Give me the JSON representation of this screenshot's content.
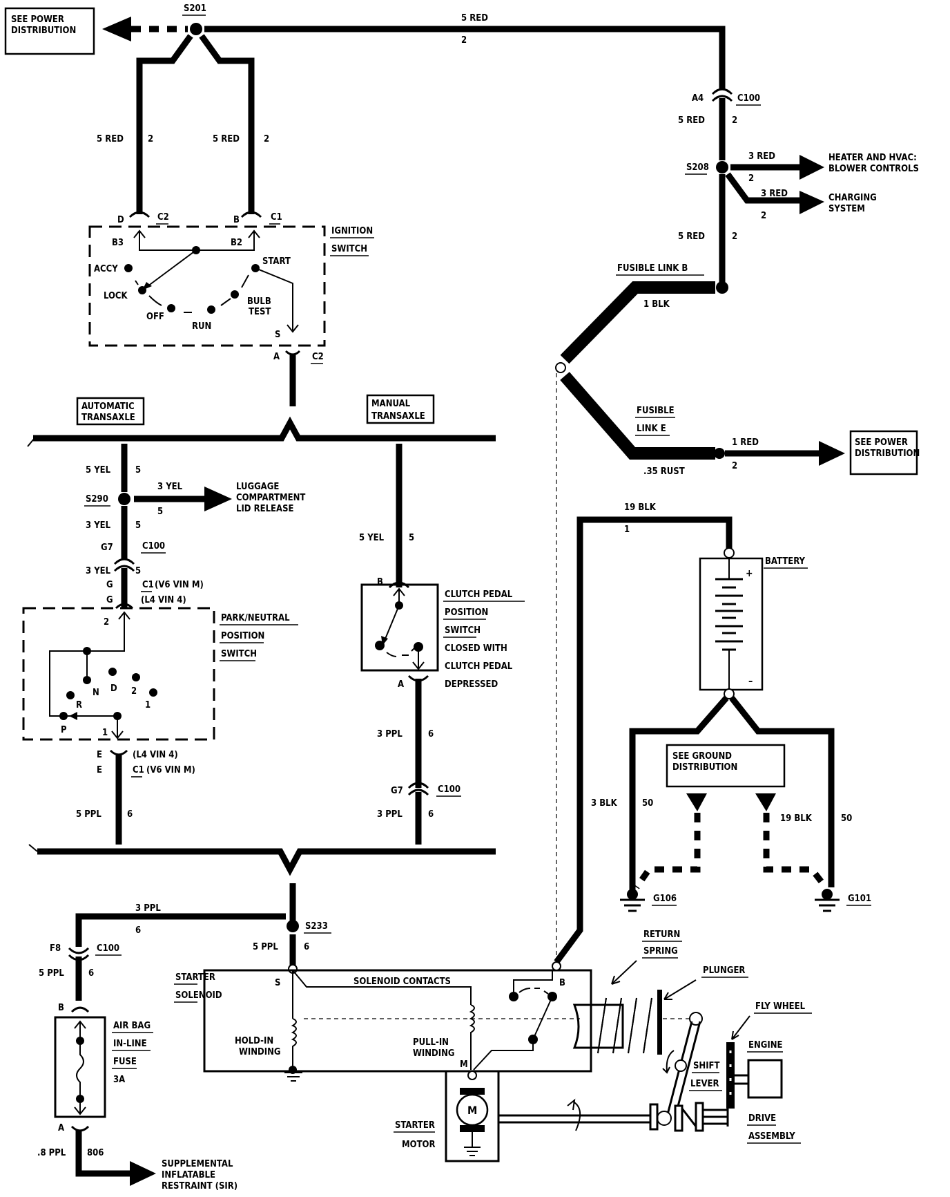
{
  "title": "Starter / Cranking Circuit Wiring Diagram",
  "refs": {
    "power_top": [
      "SEE POWER",
      "DISTRIBUTION"
    ],
    "power_right": [
      "SEE POWER",
      "DISTRIBUTION"
    ],
    "ground": [
      "SEE GROUND",
      "DISTRIBUTION"
    ],
    "heater": [
      "HEATER AND HVAC:",
      "BLOWER CONTROLS"
    ],
    "charging": [
      "CHARGING",
      "SYSTEM"
    ],
    "luggage": [
      "LUGGAGE",
      "COMPARTMENT",
      "LID RELEASE"
    ],
    "sir": [
      "SUPPLEMENTAL",
      "INFLATABLE",
      "RESTRAINT (SIR)"
    ]
  },
  "splices": {
    "s201": "S201",
    "s208": "S208",
    "s290": "S290",
    "s233": "S233"
  },
  "wires": {
    "top_main": {
      "gauge": "5 RED",
      "circuit": "2"
    },
    "left_d": {
      "gauge": "5 RED",
      "circuit": "2"
    },
    "left_b": {
      "gauge": "5 RED",
      "circuit": "2"
    },
    "right_upper": {
      "gauge": "5 RED",
      "circuit": "2"
    },
    "right_lower": {
      "gauge": "5 RED",
      "circuit": "2"
    },
    "heater": {
      "gauge": "3 RED",
      "circuit": "2"
    },
    "charging": {
      "gauge": "3 RED",
      "circuit": "2"
    },
    "fl_b": {
      "gauge": "1 BLK"
    },
    "fl_e": {
      "gauge": ".35 RUST"
    },
    "power_right": {
      "gauge": "1 RED",
      "circuit": "2"
    },
    "auto_top": {
      "gauge": "5 YEL",
      "circuit": "5"
    },
    "luggage": {
      "gauge": "3 YEL",
      "circuit": "5"
    },
    "auto_mid": {
      "gauge": "3 YEL",
      "circuit": "5"
    },
    "auto_low": {
      "gauge": "3 YEL",
      "circuit": "5"
    },
    "manual_top": {
      "gauge": "5 YEL",
      "circuit": "5"
    },
    "manual_mid": {
      "gauge": "3 PPL",
      "circuit": "6"
    },
    "manual_low": {
      "gauge": "3 PPL",
      "circuit": "6"
    },
    "auto_bottom": {
      "gauge": "5 PPL",
      "circuit": "6"
    },
    "to_fuse": {
      "gauge": "3 PPL",
      "circuit": "6"
    },
    "fuse_in": {
      "gauge": "5 PPL",
      "circuit": "6"
    },
    "sol_in": {
      "gauge": "5 PPL",
      "circuit": "6"
    },
    "sir": {
      "gauge": ".8 PPL",
      "circuit": "806"
    },
    "battery_pos": {
      "gauge": "19 BLK",
      "circuit": "1"
    },
    "gnd_left": {
      "gauge": "3 BLK",
      "circuit": "50"
    },
    "gnd_right": {
      "gauge": "19 BLK",
      "circuit": "50"
    }
  },
  "connectors": {
    "c100_a4": {
      "pin": "A4",
      "name": "C100"
    },
    "ign_d": {
      "pin": "D",
      "name": "C2",
      "inner": "B3"
    },
    "ign_b": {
      "pin": "B",
      "name": "C1",
      "inner": "B2"
    },
    "ign_a": {
      "pin": "A",
      "name": "C2",
      "inner": "S"
    },
    "g7_auto": {
      "pin": "G7",
      "name": "C100"
    },
    "pnp_top": {
      "pin1": "G",
      "pin2": "G",
      "name": "C1",
      "note1": "(V6 VIN M)",
      "note2": "(L4 VIN 4)",
      "inner": "2"
    },
    "pnp_bot": {
      "pin1": "E",
      "pin2": "E",
      "name": "C1",
      "note1": "(L4 VIN 4)",
      "note2": "(V6 VIN M)",
      "inner": "1"
    },
    "clutch_b": {
      "pin": "B"
    },
    "clutch_a": {
      "pin": "A"
    },
    "g7_manual": {
      "pin": "G7",
      "name": "C100"
    },
    "f8": {
      "pin": "F8",
      "name": "C100"
    },
    "fuse_b": {
      "pin": "B"
    },
    "fuse_a": {
      "pin": "A"
    }
  },
  "ignition_switch": {
    "label": [
      "IGNITION",
      "SWITCH"
    ],
    "positions": [
      "ACCY",
      "LOCK",
      "OFF",
      "RUN",
      "BULB",
      "TEST",
      "START"
    ]
  },
  "transaxle": {
    "automatic": [
      "AUTOMATIC",
      "TRANSAXLE"
    ],
    "manual": [
      "MANUAL",
      "TRANSAXLE"
    ]
  },
  "pnp_switch": {
    "label": [
      "PARK/NEUTRAL",
      "POSITION",
      "SWITCH"
    ],
    "positions": [
      "P",
      "R",
      "N",
      "D",
      "2",
      "1"
    ]
  },
  "clutch_switch": {
    "label": [
      "CLUTCH PEDAL",
      "POSITION",
      "SWITCH"
    ],
    "note": [
      "CLOSED WITH",
      "CLUTCH PEDAL",
      "DEPRESSED"
    ]
  },
  "fusible_links": {
    "b": "FUSIBLE LINK B",
    "e": [
      "FUSIBLE",
      "LINK E"
    ]
  },
  "battery": {
    "label": "BATTERY",
    "pos": "+",
    "neg": "–"
  },
  "grounds": {
    "g106": "G106",
    "g101": "G101"
  },
  "fuse": {
    "label": [
      "AIR BAG",
      "IN-LINE",
      "FUSE"
    ],
    "rating": "3A"
  },
  "solenoid": {
    "label": [
      "STARTER",
      "SOLENOID"
    ],
    "contacts": "SOLENOID CONTACTS",
    "hold": [
      "HOLD-IN",
      "WINDING"
    ],
    "pull": [
      "PULL-IN",
      "WINDING"
    ],
    "term_s": "S",
    "term_b": "B",
    "term_m": "M"
  },
  "mechanical": {
    "return_spring": [
      "RETURN",
      "SPRING"
    ],
    "plunger": "PLUNGER",
    "fly_wheel": "FLY WHEEL",
    "engine": "ENGINE",
    "shift_lever": [
      "SHIFT",
      "LEVER"
    ],
    "drive": [
      "DRIVE",
      "ASSEMBLY"
    ],
    "motor": [
      "STARTER",
      "MOTOR"
    ],
    "motor_symbol": "M"
  }
}
